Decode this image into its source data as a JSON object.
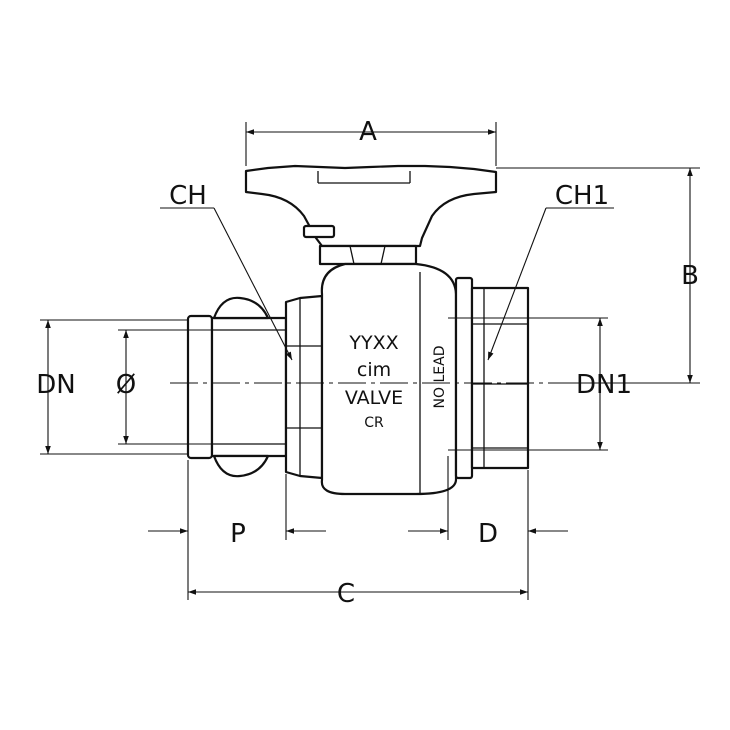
{
  "labels": {
    "A": "A",
    "B": "B",
    "C": "C",
    "D": "D",
    "P": "P",
    "CH": "CH",
    "CH1": "CH1",
    "DN": "DN",
    "DN1": "DN1",
    "diameter": "Ø"
  },
  "body_marking": {
    "line1": "YYXX",
    "line2": "cim",
    "line3": "VALVE",
    "line4": "CR",
    "side": "NO LEAD"
  }
}
